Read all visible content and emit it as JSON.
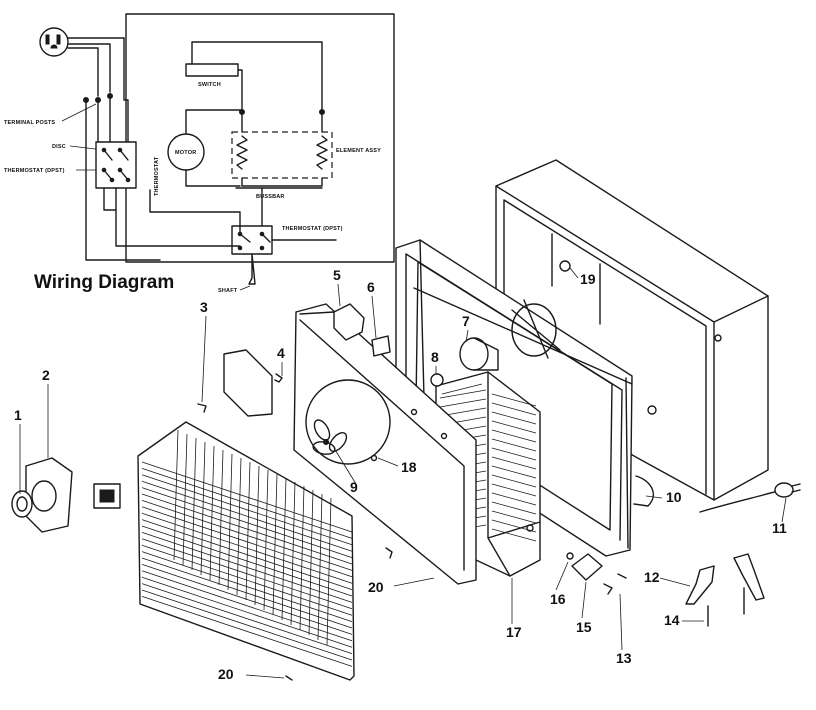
{
  "diagram": {
    "title": "Wiring Diagram",
    "wiring_labels": {
      "terminal_posts": "TERMINAL POSTS",
      "disc": "DISC",
      "thermostat_dpst_left": "THERMOSTAT (DPST)",
      "switch": "SWITCH",
      "motor": "MOTOR",
      "element_assy": "ELEMENT ASSY",
      "bussbar": "BUSSBAR",
      "thermostat_dpst_bottom": "THERMOSTAT (DPST)",
      "shaft": "SHAFT",
      "thermostat_vertical": "THERMOSTAT"
    },
    "callouts": [
      "1",
      "2",
      "3",
      "4",
      "5",
      "6",
      "7",
      "8",
      "9",
      "10",
      "11",
      "12",
      "13",
      "14",
      "15",
      "16",
      "17",
      "18",
      "19",
      "20",
      "20"
    ]
  }
}
